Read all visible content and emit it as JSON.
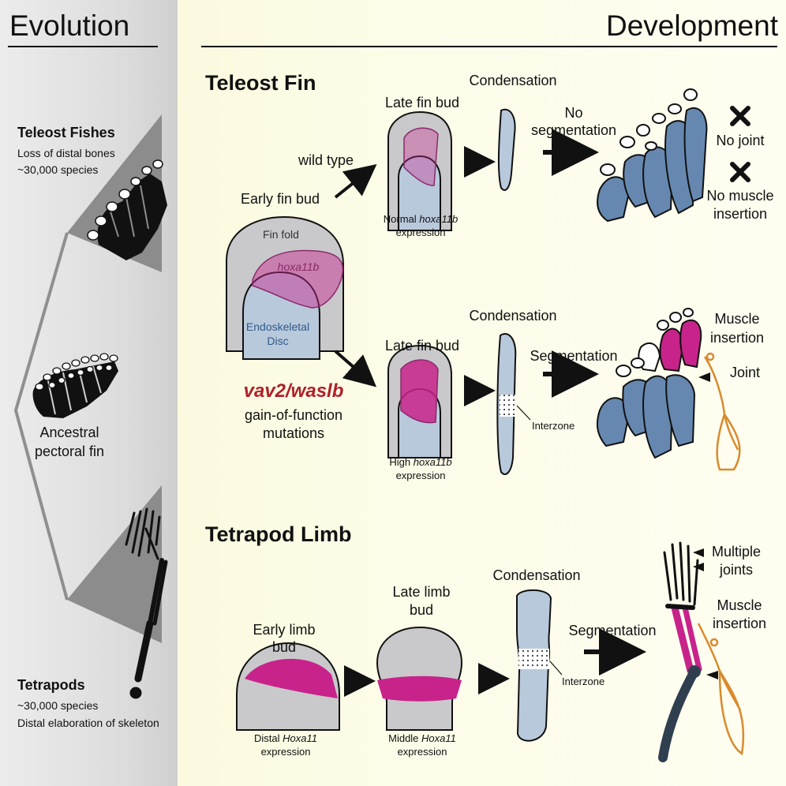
{
  "headers": {
    "evolution": "Evolution",
    "development": "Development"
  },
  "left": {
    "teleost_title": "Teleost Fishes",
    "teleost_line1": "Loss of distal bones",
    "teleost_line2": "~30,000 species",
    "ancestral_line1": "Ancestral",
    "ancestral_line2": "pectoral fin",
    "tetrapod_title": "Tetrapods",
    "tetrapod_line1": "~30,000 species",
    "tetrapod_line2": "Distal elaboration of skeleton"
  },
  "teleost": {
    "title": "Teleost Fin",
    "early_bud": "Early fin bud",
    "fin_fold": "Fin fold",
    "hoxa": "hoxa11b",
    "disc_line1": "Endoskeletal",
    "disc_line2": "Disc",
    "wild_type": "wild type",
    "late_bud": "Late fin bud",
    "normal_expr_pre": "Normal ",
    "normal_expr_gene": "hoxa11b",
    "expression": "expression",
    "condensation": "Condensation",
    "no_seg_line1": "No",
    "no_seg_line2": "segmentation",
    "no_joint": "No joint",
    "no_muscle_line1": "No muscle",
    "no_muscle_line2": "insertion",
    "mutation": "vav2/waslb",
    "gof_line1": "gain-of-function",
    "gof_line2": "mutations",
    "late_bud_2": "Late fin bud",
    "high_expr_pre": "High ",
    "high_expr_gene": "hoxa11b",
    "expression_2": "expression",
    "condensation_2": "Condensation",
    "interzone": "Interzone",
    "segmentation": "Segmentation",
    "muscle_line1": "Muscle",
    "muscle_line2": "insertion",
    "joint": "Joint"
  },
  "tetrapod": {
    "title": "Tetrapod Limb",
    "early_line1": "Early limb",
    "early_line2": "bud",
    "distal_pre": "Distal ",
    "distal_gene": "Hoxa11",
    "expression": "expression",
    "late_line1": "Late limb",
    "late_line2": "bud",
    "middle_pre": "Middle ",
    "middle_gene": "Hoxa11",
    "expression_2": "expression",
    "condensation": "Condensation",
    "interzone": "Interzone",
    "segmentation": "Segmentation",
    "multiple_line1": "Multiple",
    "multiple_line2": "joints",
    "muscle_line1": "Muscle",
    "muscle_line2": "insertion"
  },
  "colors": {
    "magenta": "#c8238a",
    "bone_blue": "#6688b0",
    "condensation": "#b9c9dc",
    "bud_gray": "#c9c9cc",
    "tendon": "#d98a2c",
    "mutation_red": "#b0202a"
  }
}
